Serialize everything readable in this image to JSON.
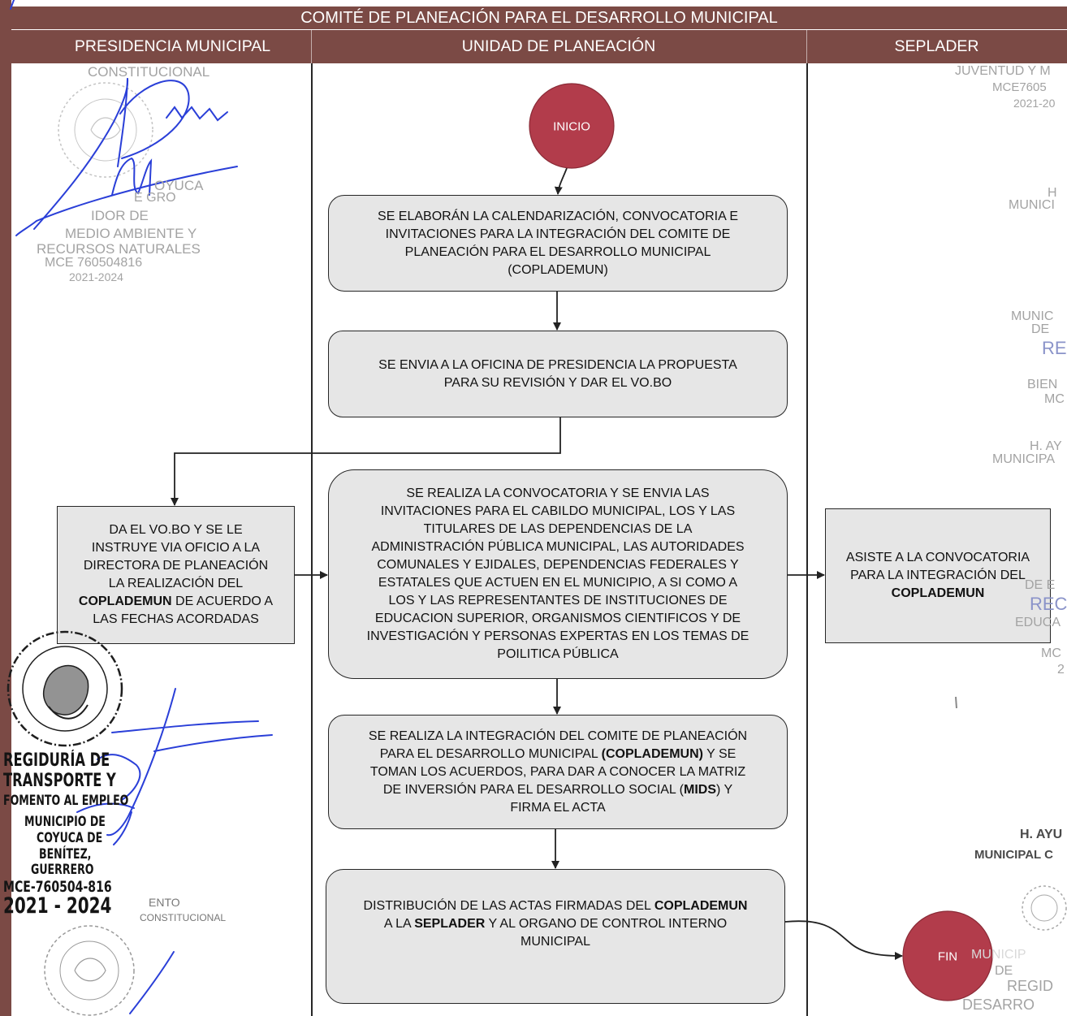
{
  "header": {
    "title": "COMITÉ DE PLANEACIÓN PARA EL DESARROLLO MUNICIPAL",
    "lanes": [
      "PRESIDENCIA MUNICIPAL",
      "UNIDAD DE PLANEACIÓN",
      "SEPLADER"
    ]
  },
  "colors": {
    "header": "#7b4a45",
    "terminal": "#b23c4b",
    "box": "#e6e6e6",
    "signature": "#2a3fd8"
  },
  "flow": {
    "start": "INICIO",
    "end": "FIN",
    "steps": [
      {
        "lines": [
          "SE ELABORÁN LA CALENDARIZACIÓN, CONVOCATORIA E",
          "INVITACIONES PARA LA INTEGRACIÓN DEL COMITE DE",
          "PLANEACIÓN PARA EL DESARROLLO MUNICIPAL",
          "(COPLADEMUN)"
        ]
      },
      {
        "lines": [
          "SE ENVIA A LA OFICINA DE PRESIDENCIA LA PROPUESTA",
          "PARA SU REVISIÓN Y DAR EL VO.BO"
        ]
      },
      {
        "lines": [
          "DA EL VO.BO Y SE LE",
          "INSTRUYE VIA OFICIO A LA",
          "DIRECTORA DE PLANEACIÓN",
          "LA REALIZACIÓN DEL",
          [
            {
              "text": "COPLADEMUN",
              "bold": true
            },
            {
              "text": " DE ACUERDO A",
              "bold": false
            }
          ],
          "LAS FECHAS ACORDADAS"
        ]
      },
      {
        "lines": [
          "SE REALIZA LA CONVOCATORIA Y SE ENVIA LAS",
          "INVITACIONES PARA EL CABILDO MUNICIPAL, LOS Y LAS",
          "TITULARES DE LAS DEPENDENCIAS DE LA",
          "ADMINISTRACIÓN PÚBLICA MUNICIPAL, LAS AUTORIDADES",
          "COMUNALES Y EJIDALES, DEPENDENCIAS FEDERALES Y",
          "ESTATALES QUE ACTUEN EN EL MUNICIPIO, A SI COMO A",
          "LOS Y LAS REPRESENTANTES DE INSTITUCIONES DE",
          "EDUCACION SUPERIOR, ORGANISMOS CIENTIFICOS Y DE",
          "INVESTIGACIÓN Y PERSONAS EXPERTAS EN LOS TEMAS DE",
          "POILITICA PÚBLICA"
        ]
      },
      {
        "lines": [
          "ASISTE A LA CONVOCATORIA",
          "PARA LA INTEGRACIÓN DEL",
          [
            {
              "text": "COPLADEMUN",
              "bold": true
            }
          ]
        ]
      },
      {
        "lines": [
          "SE REALIZA LA INTEGRACIÓN DEL COMITE DE PLANEACIÓN",
          [
            {
              "text": "PARA EL DESARROLLO MUNICIPAL ",
              "bold": false
            },
            {
              "text": "(COPLADEMUN)",
              "bold": true
            },
            {
              "text": " Y SE",
              "bold": false
            }
          ],
          "TOMAN LOS ACUERDOS, PARA DAR A CONOCER LA MATRIZ",
          [
            {
              "text": "DE INVERSIÓN PARA EL DESARROLLO SOCIAL (",
              "bold": false
            },
            {
              "text": "MIDS",
              "bold": true
            },
            {
              "text": ") Y",
              "bold": false
            }
          ],
          "FIRMA EL ACTA"
        ]
      },
      {
        "lines": [
          [
            {
              "text": "DISTRIBUCIÓN DE LAS ACTAS FIRMADAS DEL ",
              "bold": false
            },
            {
              "text": "COPLADEMUN",
              "bold": true
            }
          ],
          [
            {
              "text": "A LA ",
              "bold": false
            },
            {
              "text": "SEPLADER",
              "bold": true
            },
            {
              "text": " Y AL ORGANO DE CONTROL INTERNO",
              "bold": false
            }
          ],
          "MUNICIPAL"
        ]
      }
    ]
  },
  "stamps": {
    "regidor_medio_ambiente": [
      "CONSTITUCIONAL",
      "OYUCA",
      "E GRO",
      "IDOR DE",
      "MEDIO AMBIENTE Y",
      "RECURSOS NATURALES",
      "MCE 760504816",
      "2021-2024"
    ],
    "regiduria_transporte": [
      "REGIDURÍA DE",
      "TRANSPORTE Y",
      "FOMENTO AL EMPLEO",
      "MUNICIPIO DE",
      "COYUCA DE",
      "BENÍTEZ,",
      "GUERRERO",
      "MCE-760504-816",
      "2021 - 2024"
    ],
    "ayuntamiento_bottom_left": [
      "ENTO",
      "CONSTITUCIONAL"
    ],
    "juventud": [
      "JUVENTUD Y M",
      "MCE7605",
      "2021-20"
    ],
    "right_edge": [
      "H",
      "MUNICI",
      "MUNIC",
      "DE",
      "RE",
      "BIEN",
      "MC",
      "H. AY",
      "MUNICIPA",
      "DE E",
      "REC",
      "EDUCA",
      "MC",
      "2",
      "H. AYU",
      "MUNICIPAL C",
      "MUNICIP",
      "DE",
      "REGID",
      "DESARRO"
    ]
  }
}
